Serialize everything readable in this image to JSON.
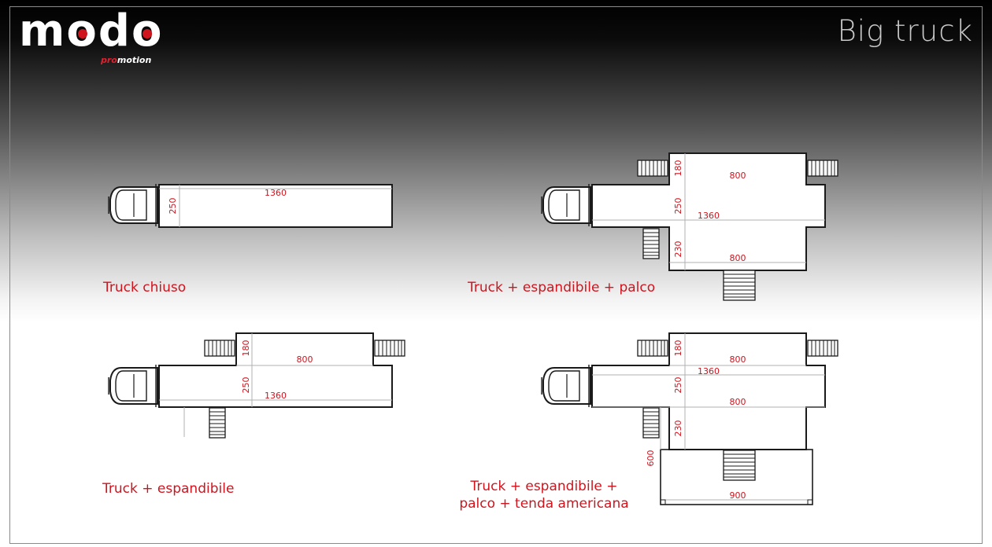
{
  "brand": {
    "logo_text": "modo",
    "logo_sub_pre": "pro",
    "logo_sub_post": "motion"
  },
  "page_title": "Big truck",
  "layouts": {
    "closed": {
      "caption": "Truck chiuso",
      "len": "1360",
      "width": "250"
    },
    "expand_stage": {
      "caption": "Truck + espandibile + palco",
      "top_ext": "180",
      "len_ext": "800",
      "width": "250",
      "len": "1360",
      "bottom_ext": "230",
      "len_ext2": "800"
    },
    "expand": {
      "caption": "Truck + espandibile",
      "top_ext": "180",
      "len_ext": "800",
      "width": "250",
      "len": "1360"
    },
    "full": {
      "caption_line1": "Truck + espandibile +",
      "caption_line2": "palco + tenda americana",
      "top_ext": "180",
      "len_ext": "800",
      "len": "1360",
      "width": "250",
      "len_ext2": "800",
      "bottom_ext": "230",
      "tent_depth": "600",
      "tent_width": "900"
    }
  },
  "colors": {
    "accent": "#d0141e",
    "line": "#1a1a1a",
    "title": "#c8c8c8"
  }
}
